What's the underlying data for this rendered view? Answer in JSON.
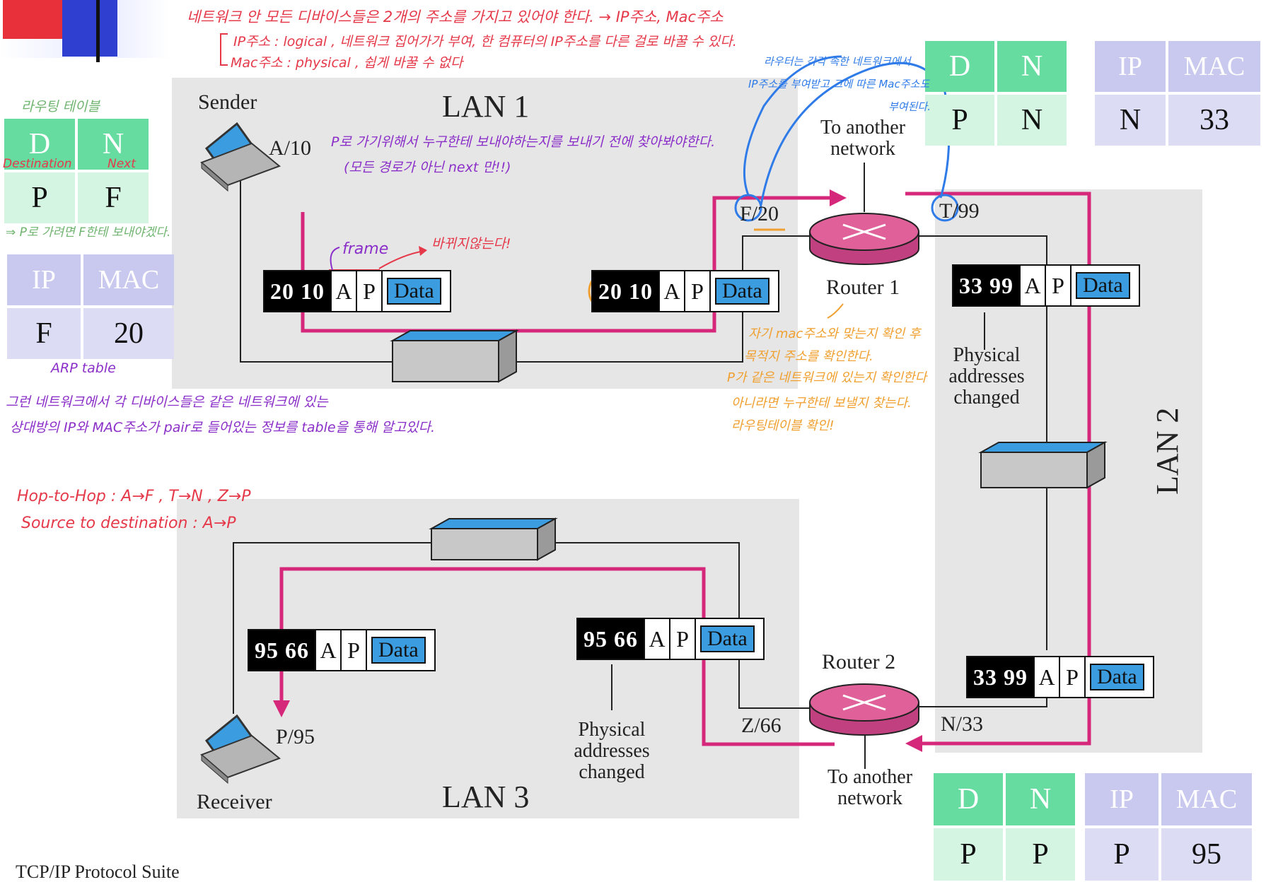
{
  "footer": "TCP/IP Protocol Suite",
  "lan_labels": {
    "lan1": "LAN 1",
    "lan2": "LAN 2",
    "lan3": "LAN 3"
  },
  "nodes": {
    "sender": "Sender",
    "sender_addr": "A/10",
    "receiver": "Receiver",
    "receiver_addr": "P/95",
    "router1": "Router 1",
    "router2": "Router 2",
    "router1_left_port": "F/20",
    "router1_right_port": "T/99",
    "router2_left_port": "Z/66",
    "router2_right_port": "N/33",
    "to_another_network_1": "To another network",
    "to_another_network_2": "To another network",
    "physical_changed_1": "Physical addresses changed",
    "physical_changed_2": "Physical addresses changed"
  },
  "frames": [
    {
      "id": "f1",
      "addr": "20 10",
      "a": "A",
      "p": "P",
      "data": "Data"
    },
    {
      "id": "f2",
      "addr": "20 10",
      "a": "A",
      "p": "P",
      "data": "Data"
    },
    {
      "id": "f3",
      "addr": "33 99",
      "a": "A",
      "p": "P",
      "data": "Data"
    },
    {
      "id": "f4",
      "addr": "33 99",
      "a": "A",
      "p": "P",
      "data": "Data"
    },
    {
      "id": "f5",
      "addr": "95 66",
      "a": "A",
      "p": "P",
      "data": "Data"
    },
    {
      "id": "f6",
      "addr": "95 66",
      "a": "A",
      "p": "P",
      "data": "Data"
    }
  ],
  "tables": {
    "routing_left": {
      "h1": "D",
      "h2": "N",
      "v1": "P",
      "v2": "F"
    },
    "arp_left": {
      "h1": "IP",
      "h2": "MAC",
      "v1": "F",
      "v2": "20"
    },
    "routing_top_right": {
      "h1": "D",
      "h2": "N",
      "v1": "P",
      "v2": "N"
    },
    "arp_top_right": {
      "h1": "IP",
      "h2": "MAC",
      "v1": "N",
      "v2": "33"
    },
    "routing_bottom": {
      "h1": "D",
      "h2": "N",
      "v1": "P",
      "v2": "P"
    },
    "arp_bottom": {
      "h1": "IP",
      "h2": "MAC",
      "v1": "P",
      "v2": "95"
    }
  },
  "notes": {
    "top1": "네트워크 안 모든 디바이스들은 2개의 주소를 가지고 있어야 한다. → IP주소, Mac주소",
    "top2": "IP주소 : logical , 네트워크 집어가가 부여, 한 컴퓨터의 IP주소를 다른 걸로 바꿀 수 있다.",
    "top3": "Mac주소 : physical , 쉽게 바꿀 수 없다",
    "routing_title": "라우팅 테이블",
    "destination": "Destination",
    "next": "Next",
    "routing_note": "⇒ P로 가려면 F한테 보내야겠다.",
    "arp_label": "ARP table",
    "sender_note1": "P로 가기위해서 누구한테 보내야하는지를 보내기 전에 찾아봐야한다.",
    "sender_note2": "(모든 경로가 아닌 next 만!!)",
    "frame_label": "frame",
    "unchanged": "바뀌지않는다!",
    "arp_note1": "그런 네트워크에서 각 디바이스들은 같은 네트워크에 있는",
    "arp_note2": "상대방의 IP와 MAC주소가 pair로 들어있는 정보를 table을 통해 알고있다.",
    "router_note1": "라우터는 각각 속한 네트워크에서",
    "router_note2": "IP주소를 부여받고 그에 따른 Mac주소도",
    "router_note3": "부여된다.",
    "router1_note1": "자기 mac주소와 맞는지 확인 후",
    "router1_note2": "목적지 주소를 확인한다.",
    "router1_note3": "P가 같은 네트워크에 있는지 확인한다",
    "router1_note4": "아니라면 누구한테 보낼지 찾는다.",
    "router1_note5": "라우팅테이블 확인!",
    "hop1": "Hop-to-Hop : A→F , T→N , Z→P",
    "hop2": "Source to destination : A→P"
  },
  "colors": {
    "path": "#d6287a",
    "lan_bg": "#e6e6e6",
    "router": "#e0609a",
    "switch_top": "#3b9de0"
  }
}
